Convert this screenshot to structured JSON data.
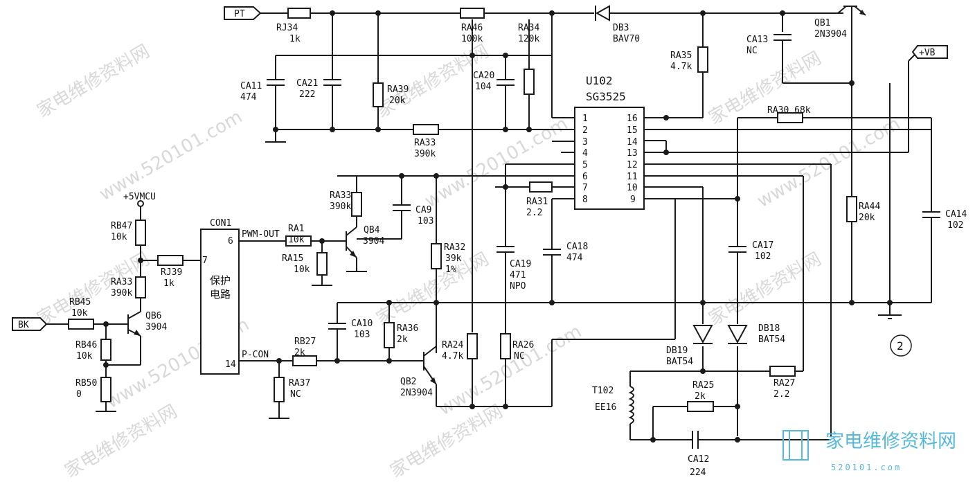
{
  "watermark": {
    "cn": "家电维修资料网",
    "url": "www.520101.com"
  },
  "ports": {
    "pt": "PT",
    "bk": "BK",
    "vb": "+VB",
    "vmcu": "+5VMCU"
  },
  "ic": {
    "ref": "U102",
    "model": "SG3525",
    "pins": [
      "1",
      "2",
      "3",
      "4",
      "5",
      "6",
      "7",
      "8",
      "9",
      "10",
      "11",
      "12",
      "13",
      "14",
      "15",
      "16"
    ]
  },
  "con1": {
    "ref": "CON1",
    "pin6": "6",
    "pin7": "7",
    "pin14": "14",
    "text1": "保护",
    "text2": "电路"
  },
  "nets": {
    "pwm_out": "PWM-OUT",
    "p_con": "P-CON"
  },
  "parts": {
    "rj34": {
      "ref": "RJ34",
      "val": "1k"
    },
    "ra46": {
      "ref": "RA46",
      "val": "100k"
    },
    "ra34a": {
      "ref": "RA34",
      "val": "120k"
    },
    "db3": {
      "ref": "DB3",
      "val": "BAV70"
    },
    "ca13": {
      "ref": "CA13",
      "val": "NC"
    },
    "qb1": {
      "ref": "QB1",
      "val": "2N3904"
    },
    "ra35": {
      "ref": "RA35",
      "val": "4.7k"
    },
    "ca11": {
      "ref": "CA11",
      "val": "474"
    },
    "ca21": {
      "ref": "CA21",
      "val": "222"
    },
    "ra39": {
      "ref": "RA39",
      "val": "20k"
    },
    "ca20": {
      "ref": "CA20",
      "val": "104"
    },
    "ra33a": {
      "ref": "RA33",
      "val": "390k"
    },
    "ra30": {
      "label": "RA30 68k"
    },
    "ra33b": {
      "ref": "RA33",
      "val": "390k"
    },
    "ca9": {
      "ref": "CA9",
      "val": "103"
    },
    "ra31": {
      "ref": "RA31",
      "val": "2.2"
    },
    "ra44": {
      "ref": "RA44",
      "val": "20k"
    },
    "ca14": {
      "ref": "CA14",
      "val": "102"
    },
    "ra1": {
      "ref": "RA1",
      "val": "10k"
    },
    "qb4": {
      "ref": "QB4",
      "val": "3904"
    },
    "ra32": {
      "ref": "RA32",
      "val": "39k",
      "tol": "1%"
    },
    "ca19": {
      "ref": "CA19",
      "val": "471",
      "type": "NPO"
    },
    "ca18": {
      "ref": "CA18",
      "val": "474"
    },
    "ca17": {
      "ref": "CA17",
      "val": "102"
    },
    "ra15": {
      "ref": "RA15",
      "val": "10k"
    },
    "rb47": {
      "ref": "RB47",
      "val": "10k"
    },
    "rj39": {
      "ref": "RJ39",
      "val": "1k"
    },
    "ra33c": {
      "ref": "RA33",
      "val": "390k"
    },
    "qb6": {
      "ref": "QB6",
      "val": "3904"
    },
    "rb45": {
      "ref": "RB45",
      "val": "10k"
    },
    "rb46": {
      "ref": "RB46",
      "val": "10k"
    },
    "rb50": {
      "ref": "RB50",
      "val": "0"
    },
    "ca10": {
      "ref": "CA10",
      "val": "103"
    },
    "ra36": {
      "ref": "RA36",
      "val": "2k"
    },
    "rb27": {
      "ref": "RB27",
      "val": "2k"
    },
    "ra37": {
      "ref": "RA37",
      "val": "NC"
    },
    "ra24": {
      "ref": "RA24",
      "val": "4.7k"
    },
    "ra26": {
      "ref": "RA26",
      "val": "NC"
    },
    "qb2": {
      "ref": "QB2",
      "val": "2N3904"
    },
    "db19": {
      "ref": "DB19",
      "val": "BAT54"
    },
    "db18": {
      "ref": "DB18",
      "val": "BAT54"
    },
    "ra27": {
      "ref": "RA27",
      "val": "2.2"
    },
    "ra25": {
      "ref": "RA25",
      "val": "2k"
    },
    "t102": {
      "ref": "T102",
      "val": "EE16"
    },
    "ca12": {
      "ref": "CA12",
      "val": "224"
    }
  },
  "figure": {
    "number": "2"
  },
  "logo": {
    "cn": "家电维修资料网",
    "url": "520101.com"
  }
}
